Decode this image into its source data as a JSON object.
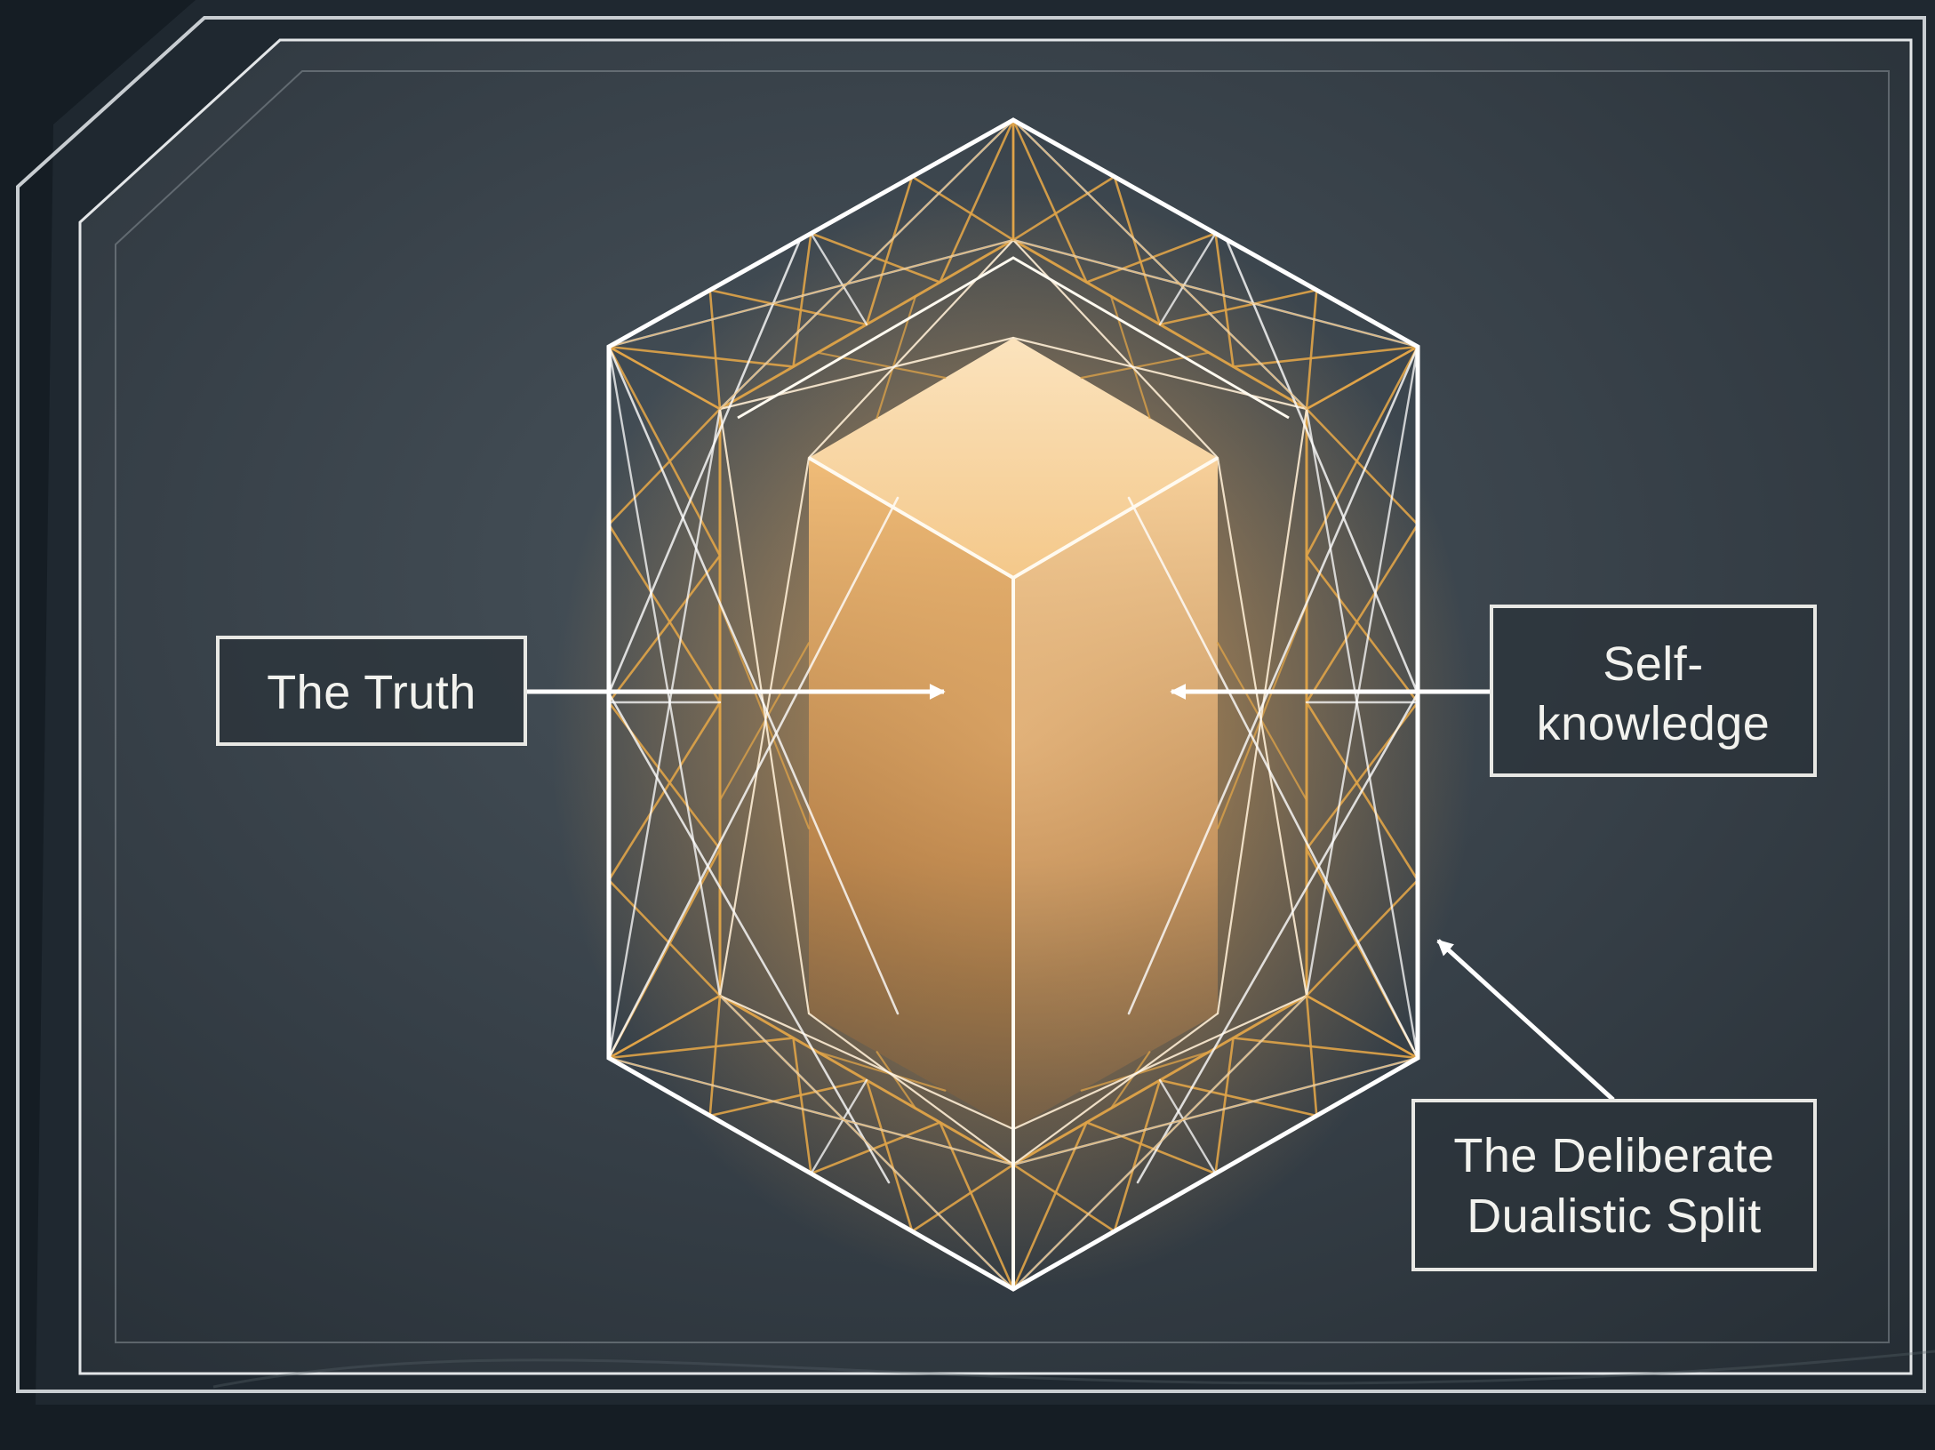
{
  "labels": {
    "truth": "The Truth",
    "self_knowledge_line1": "Self-",
    "self_knowledge_line2": "knowledge",
    "split_line1": "The Deliberate",
    "split_line2": "Dualistic Split"
  },
  "colors": {
    "background": "#151d24",
    "panel": "#3a444c",
    "frame": "#d9dde0",
    "lattice_gold": "#e0a448",
    "lattice_white": "#ffffff",
    "core_glow": "#f6c98a",
    "label_text": "#f2f2ee"
  }
}
